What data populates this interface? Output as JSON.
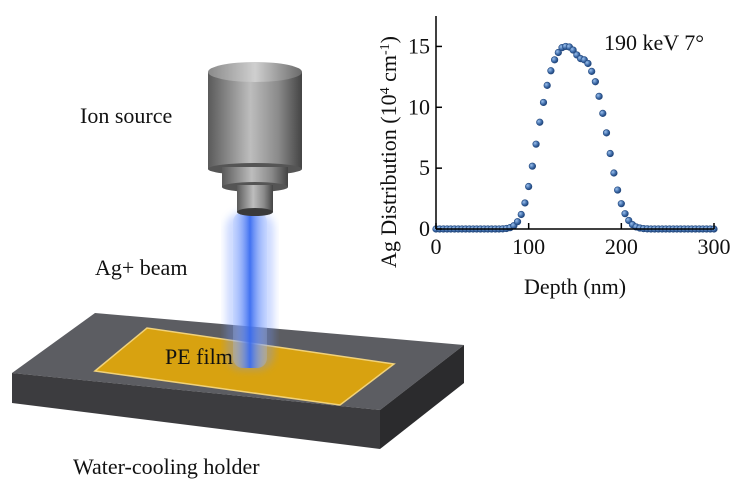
{
  "labels": {
    "ion_source": "Ion source",
    "beam": "Ag+ beam",
    "film": "PE film",
    "holder": "Water-cooling holder"
  },
  "chart_data": {
    "type": "scatter",
    "annotation": "190 keV 7°",
    "xlabel": "Depth (nm)",
    "ylabel_prefix": "Ag Distribution (10",
    "ylabel_exp1": "4",
    "ylabel_mid": " cm",
    "ylabel_exp2": "-1",
    "ylabel_suffix": ")",
    "xlim": [
      0,
      300
    ],
    "ylim": [
      0,
      17.5
    ],
    "x_ticks": [
      0,
      100,
      200,
      300
    ],
    "y_ticks": [
      0,
      5,
      10,
      15
    ],
    "x_tick_labels": [
      "0",
      "100",
      "200",
      "300"
    ],
    "y_tick_labels": [
      "0",
      "5",
      "10",
      "15"
    ],
    "grid": false,
    "series": [
      {
        "marker_color": "#3c6aa8",
        "x": [
          0,
          4,
          8,
          12,
          16,
          20,
          24,
          28,
          32,
          36,
          40,
          44,
          48,
          52,
          56,
          60,
          64,
          68,
          72,
          76,
          80,
          84,
          88,
          92,
          96,
          100,
          104,
          108,
          112,
          116,
          120,
          124,
          128,
          132,
          136,
          140,
          144,
          148,
          152,
          156,
          160,
          164,
          168,
          172,
          176,
          180,
          184,
          188,
          192,
          196,
          200,
          204,
          208,
          212,
          216,
          220,
          224,
          228,
          232,
          236,
          240,
          244,
          248,
          252,
          256,
          260,
          264,
          268,
          272,
          276,
          280,
          284,
          288,
          292,
          296,
          300
        ],
        "y": [
          0,
          0,
          0,
          0,
          0,
          0,
          0,
          0,
          0,
          0,
          0,
          0,
          0,
          0,
          0,
          0,
          0,
          0,
          0.01,
          0.04,
          0.11,
          0.27,
          0.6,
          1.19,
          2.14,
          3.49,
          5.16,
          6.97,
          8.77,
          10.4,
          11.8,
          13,
          13.9,
          14.5,
          14.9,
          15,
          14.95,
          14.7,
          14.3,
          14.0,
          13.9,
          13.6,
          12.95,
          12.1,
          10.9,
          9.5,
          7.9,
          6.2,
          4.6,
          3.2,
          2.08,
          1.26,
          0.7,
          0.36,
          0.17,
          0.08,
          0.03,
          0.01,
          0,
          0,
          0,
          0,
          0,
          0,
          0,
          0,
          0,
          0,
          0,
          0,
          0,
          0,
          0,
          0,
          0,
          0
        ]
      }
    ]
  },
  "colors": {
    "cylinder_dark": "#4e4e4e",
    "cylinder_light": "#b4b4b4",
    "beam": "#3a6cf0",
    "film": "#d8a210",
    "holder_top": "#5c5d62",
    "holder_front": "#3a3a3d",
    "holder_side": "#2a2a2c",
    "axis": "#000000"
  }
}
